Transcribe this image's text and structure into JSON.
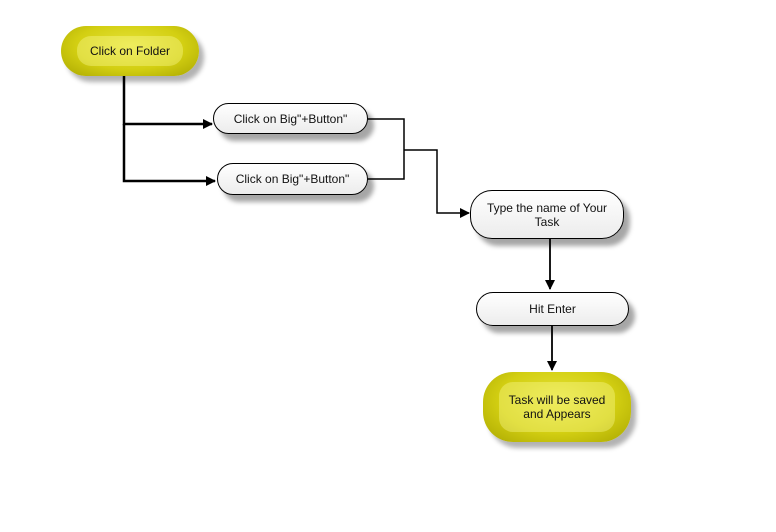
{
  "diagram": {
    "nodes": {
      "click_folder": "Click on Folder",
      "big_button_1": "Click on Big\"+Button\"",
      "big_button_2": "Click on Big\"+Button\"",
      "type_name": "Type the name of Your Task",
      "hit_enter": "Hit Enter",
      "task_saved": "Task will be saved and Appears"
    },
    "colors": {
      "accent": "#d3cf12",
      "line": "#000000",
      "node_fill": "#f4f4f4"
    }
  }
}
